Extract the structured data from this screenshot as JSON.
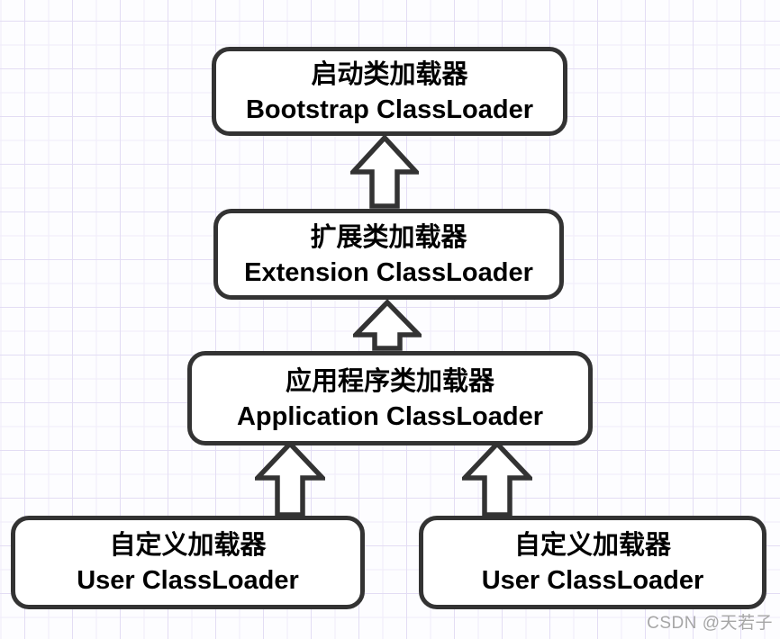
{
  "diagram": {
    "nodes": [
      {
        "id": "bootstrap",
        "label_zh": "启动类加载器",
        "label_en": "Bootstrap ClassLoader"
      },
      {
        "id": "extension",
        "label_zh": "扩展类加载器",
        "label_en": "Extension ClassLoader"
      },
      {
        "id": "application",
        "label_zh": "应用程序类加载器",
        "label_en": "Application ClassLoader"
      },
      {
        "id": "user_left",
        "label_zh": "自定义加载器",
        "label_en": "User ClassLoader"
      },
      {
        "id": "user_right",
        "label_zh": "自定义加载器",
        "label_en": "User ClassLoader"
      }
    ],
    "edges": [
      {
        "from": "extension",
        "to": "bootstrap",
        "direction": "up"
      },
      {
        "from": "application",
        "to": "extension",
        "direction": "up"
      },
      {
        "from": "user_left",
        "to": "application",
        "direction": "up"
      },
      {
        "from": "user_right",
        "to": "application",
        "direction": "up"
      }
    ]
  },
  "watermark": "CSDN @天若子",
  "colors": {
    "box_border": "#333333",
    "box_fill": "#ffffff",
    "text": "#000000",
    "grid_minor": "#f0ecfa",
    "grid_major": "#e3ddf4",
    "background": "#fdfdff",
    "watermark": "#a6a6a6"
  }
}
